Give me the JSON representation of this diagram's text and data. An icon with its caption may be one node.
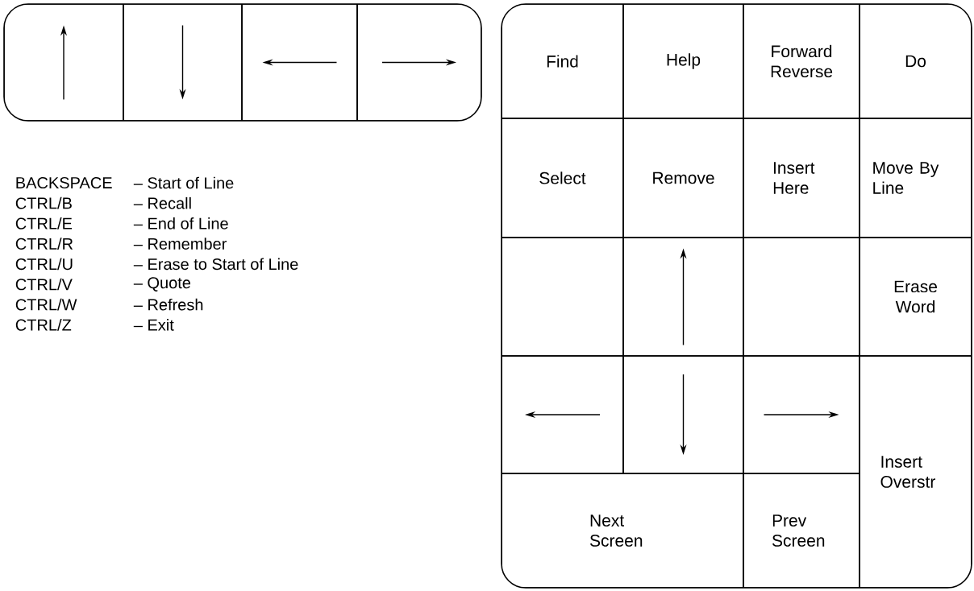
{
  "diagram": {
    "nodes": [
      {
        "text": [],
        "shape": "box"
      },
      {
        "text": [],
        "shape": "box",
        "in": 0
      },
      {
        "text": [],
        "shape": "box",
        "in": 0
      },
      {
        "text": [],
        "shape": "box",
        "in": 0
      },
      {
        "text": [],
        "shape": "box",
        "in": 0
      },
      {
        "text": [],
        "shape": "box"
      },
      {
        "text": [
          "Find"
        ],
        "in": 5
      },
      {
        "text": [
          "Help"
        ],
        "in": 5
      },
      {
        "text": [
          "Forward Reverse"
        ],
        "in": 5
      },
      {
        "text": [
          "Do"
        ],
        "in": 5
      },
      {
        "text": [
          "Select"
        ],
        "in": 5
      },
      {
        "text": [
          "Remove"
        ],
        "in": 5
      },
      {
        "text": [
          "Insert Here"
        ],
        "in": 5
      },
      {
        "text": [
          "Move By Line"
        ],
        "in": 5
      },
      {
        "text": [],
        "shape": "box",
        "in": 5
      },
      {
        "text": [],
        "shape": "box",
        "in": 5
      },
      {
        "text": [],
        "shape": "box",
        "in": 5
      },
      {
        "text": [
          "Erase Word"
        ],
        "in": 5
      },
      {
        "text": [],
        "shape": "box",
        "in": 5
      },
      {
        "text": [],
        "shape": "box",
        "in": 5
      },
      {
        "text": [],
        "shape": "box",
        "in": 5
      },
      {
        "text": [
          "Insert Overstr"
        ],
        "in": 5
      },
      {
        "text": [
          "Next Screen"
        ],
        "in": 5
      },
      {
        "text": [
          "Prev Screen"
        ],
        "in": 5
      }
    ],
    "labels": [
      "BACKSPACE",
      "– Start of Line",
      "CTRL/B",
      "– Recall",
      "CTRL/E",
      "– End of Line",
      "CTRL/R",
      "– Remember",
      "CTRL/U",
      "– Erase to Start of Line",
      "CTRL/V",
      "– Quote",
      "CTRL/W",
      "– Refresh",
      "CTRL/Z",
      "– Exit"
    ]
  }
}
